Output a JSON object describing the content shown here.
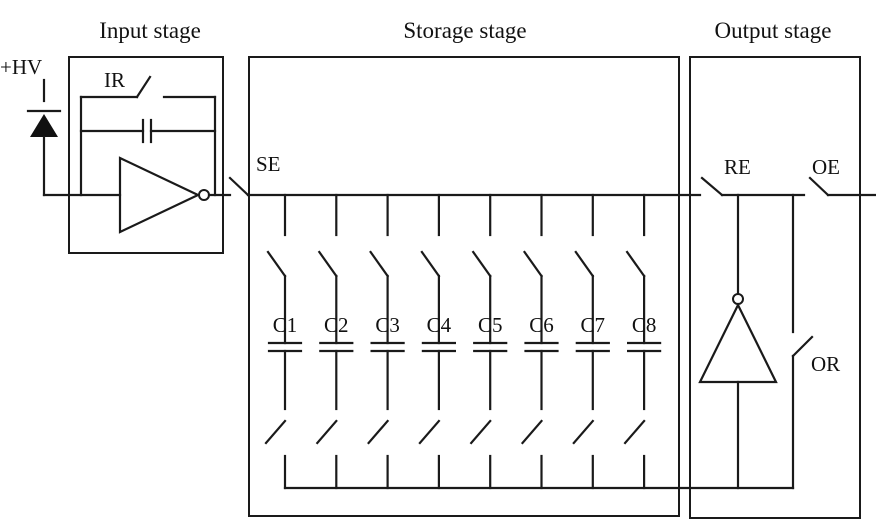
{
  "stages": {
    "input": "Input stage",
    "storage": "Storage stage",
    "output": "Output stage"
  },
  "labels": {
    "hv": "+HV",
    "ir": "IR",
    "se": "SE",
    "re": "RE",
    "oe": "OE",
    "or": "OR"
  },
  "capacitors": [
    "C1",
    "C2",
    "C3",
    "C4",
    "C5",
    "C6",
    "C7",
    "C8"
  ]
}
